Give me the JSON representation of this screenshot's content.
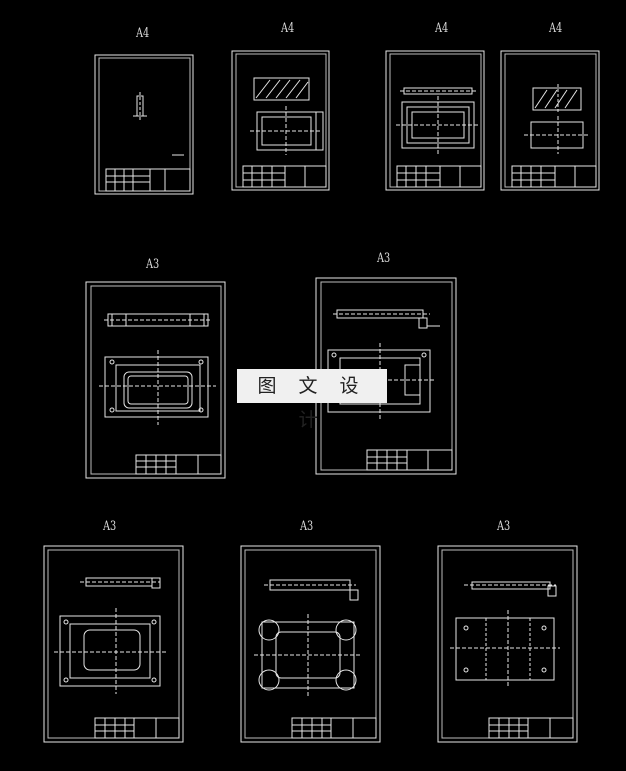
{
  "canvas": {
    "background": "#000000",
    "line_color": "#e6e6e6"
  },
  "watermark": {
    "text": "图 文 设 计"
  },
  "row1": {
    "labels": [
      "A4",
      "A4",
      "A4",
      "A4"
    ]
  },
  "row2": {
    "labels": [
      "A3",
      "A3"
    ]
  },
  "row3": {
    "labels": [
      "A3",
      "A3",
      "A3"
    ]
  }
}
